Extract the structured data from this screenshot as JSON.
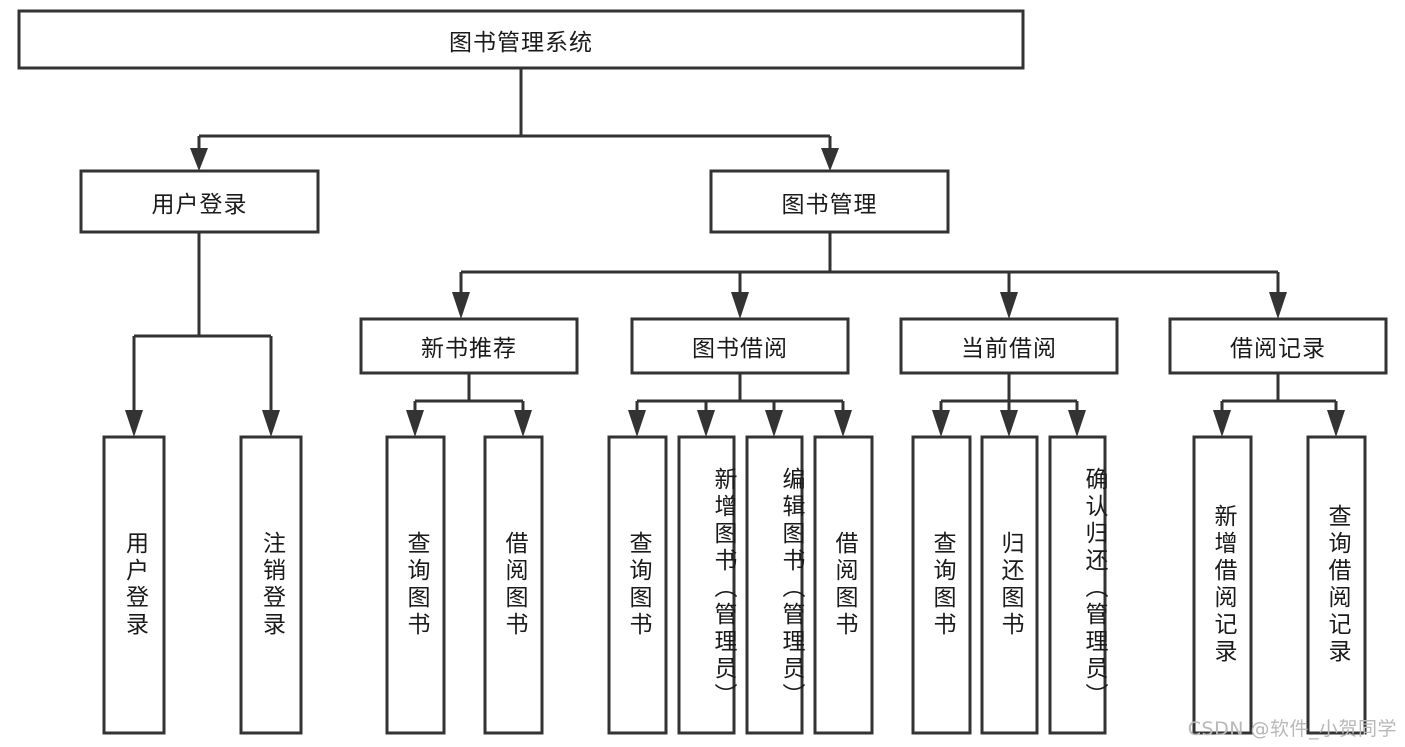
{
  "diagram": {
    "type": "tree-hierarchy-chart",
    "title": "图书管理系统",
    "stroke_color": "#333333",
    "fill_color": "#ffffff",
    "text_color": "#1a1a1a",
    "root": {
      "id": "root",
      "label": "图书管理系统",
      "orientation": "horizontal"
    },
    "level2": [
      {
        "id": "user-login",
        "label": "用户登录",
        "orientation": "horizontal"
      },
      {
        "id": "book-management",
        "label": "图书管理",
        "orientation": "horizontal"
      }
    ],
    "level3": [
      {
        "id": "new-book-recommend",
        "label": "新书推荐",
        "orientation": "horizontal",
        "parent": "book-management"
      },
      {
        "id": "book-borrow",
        "label": "图书借阅",
        "orientation": "horizontal",
        "parent": "book-management"
      },
      {
        "id": "current-borrow",
        "label": "当前借阅",
        "orientation": "horizontal",
        "parent": "book-management"
      },
      {
        "id": "borrow-record",
        "label": "借阅记录",
        "orientation": "horizontal",
        "parent": "book-management"
      }
    ],
    "leaves": [
      {
        "id": "leaf-user-login",
        "label": "用户登录",
        "orientation": "vertical",
        "parent": "user-login"
      },
      {
        "id": "leaf-logout",
        "label": "注销登录",
        "orientation": "vertical",
        "parent": "user-login"
      },
      {
        "id": "leaf-query-book-1",
        "label": "查询图书",
        "orientation": "vertical",
        "parent": "new-book-recommend"
      },
      {
        "id": "leaf-borrow-book-1",
        "label": "借阅图书",
        "orientation": "vertical",
        "parent": "new-book-recommend"
      },
      {
        "id": "leaf-query-book-2",
        "label": "查询图书",
        "orientation": "vertical",
        "parent": "book-borrow"
      },
      {
        "id": "leaf-add-book-admin",
        "label": "新增图书（管理员）",
        "orientation": "vertical",
        "parent": "book-borrow"
      },
      {
        "id": "leaf-edit-book-admin",
        "label": "编辑图书（管理员）",
        "orientation": "vertical",
        "parent": "book-borrow"
      },
      {
        "id": "leaf-borrow-book-2",
        "label": "借阅图书",
        "orientation": "vertical",
        "parent": "book-borrow"
      },
      {
        "id": "leaf-query-book-3",
        "label": "查询图书",
        "orientation": "vertical",
        "parent": "current-borrow"
      },
      {
        "id": "leaf-return-book",
        "label": "归还图书",
        "orientation": "vertical",
        "parent": "current-borrow"
      },
      {
        "id": "leaf-confirm-return-admin",
        "label": "确认归还（管理员）",
        "orientation": "vertical",
        "parent": "current-borrow"
      },
      {
        "id": "leaf-add-borrow-record",
        "label": "新增借阅记录",
        "orientation": "vertical",
        "parent": "borrow-record"
      },
      {
        "id": "leaf-query-borrow-record",
        "label": "查询借阅记录",
        "orientation": "vertical",
        "parent": "borrow-record"
      }
    ]
  },
  "watermark": {
    "text": "CSDN @软件_小贺同学"
  }
}
